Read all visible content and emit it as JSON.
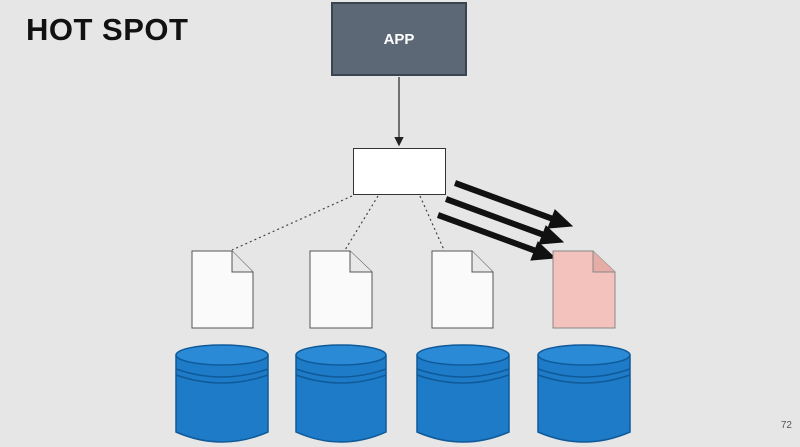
{
  "slide": {
    "title": "HOT SPOT",
    "page_number": "72"
  },
  "app_box": {
    "label": "APP"
  },
  "colors": {
    "app_fill": "#5d6877",
    "hot_document": "#f4c2bd",
    "database": "#1e7bc8",
    "database_dark": "#0f5a99",
    "background": "#e6e6e6"
  },
  "icons": [
    "document-icon",
    "database-icon",
    "arrow-icon"
  ]
}
